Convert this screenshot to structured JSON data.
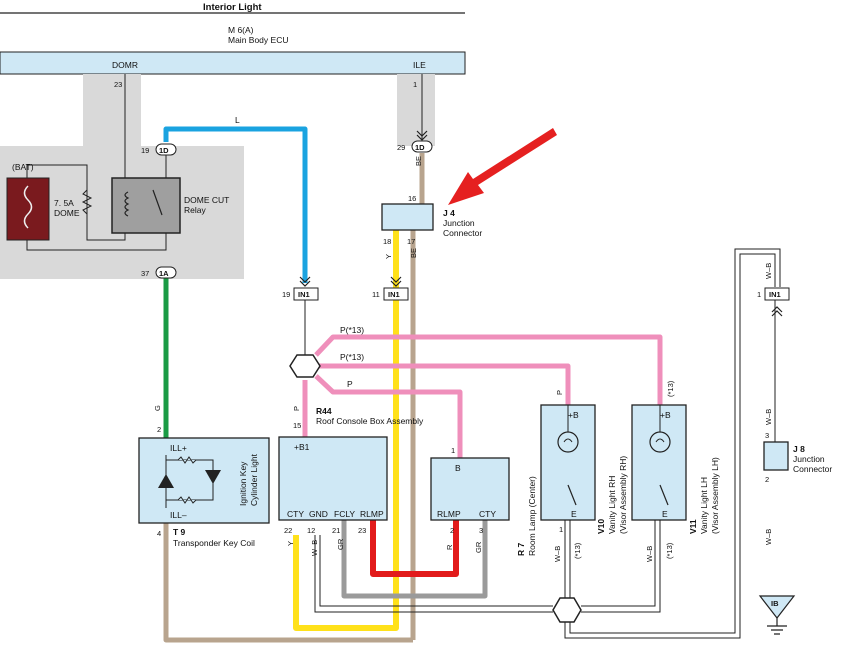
{
  "title": "Interior Light",
  "ecu": {
    "code": "M 6(A)",
    "name": "Main Body ECU",
    "term_domr": "DOMR",
    "term_ile": "ILE",
    "pin_domr": "23",
    "pin_ile": "1"
  },
  "battery_label": "(BAT)",
  "fuse_label_1": "7. 5A",
  "fuse_label_2": "DOME",
  "relay_label_1": "DOME CUT",
  "relay_label_2": "Relay",
  "conn_19": "19",
  "conn_1d_a": "1D",
  "conn_29": "29",
  "conn_1d_b": "1D",
  "conn_37": "37",
  "conn_1a": "1A",
  "wire_l": "L",
  "wire_be_1": "BE",
  "wire_be_2": "BE",
  "wire_y_1": "Y",
  "junction_j4": {
    "code": "J 4",
    "line1": "Junction",
    "line2": "Connector",
    "pin16": "16",
    "pin18": "18",
    "pin17": "17"
  },
  "in1_a": {
    "pin": "19",
    "label": "IN1"
  },
  "in1_b": {
    "pin": "11",
    "label": "IN1"
  },
  "in1_c": {
    "pin": "1",
    "label": "IN1"
  },
  "p13_a": "P(*13)",
  "p13_b": "P(*13)",
  "p_c": "P",
  "p_d": "P",
  "p_e": "P",
  "p13_f": "(*13)",
  "r44": {
    "code": "R44",
    "name": "Roof Console Box Assembly",
    "pin15": "15",
    "b1": "+B1",
    "pins": [
      "CTY",
      "GND",
      "FCLY",
      "RLMP"
    ],
    "pin_nums": [
      "22",
      "12",
      "21",
      "23"
    ]
  },
  "b_box": {
    "pin": "1",
    "b": "B",
    "rlmp": "RLMP",
    "cty": "CTY",
    "pin2": "2",
    "pin3": "3"
  },
  "t9": {
    "code": "T 9",
    "name": "Transponder Key Coil",
    "ill_plus": "ILL+",
    "ill_minus": "ILL–",
    "pin2": "2",
    "pin4": "4",
    "side_1": "Ignition Key",
    "side_2": "Cylinder Light"
  },
  "wire_g": "G",
  "wire_y_2": "Y",
  "wire_wb_1": "W–B",
  "wire_gr_1": "GR",
  "wire_r": "R",
  "wire_gr_2": "GR",
  "r7": {
    "code": "R 7",
    "name": "Room Lamp (Center)",
    "plus_b": "+B",
    "e": "E",
    "wire": "W–B",
    "star": "(*13)",
    "pin": "1"
  },
  "v10": {
    "code": "V10",
    "name1": "Vanity Light RH",
    "name2": "(Visor Assembly RH)",
    "plus_b": "+B",
    "e": "E"
  },
  "v11": {
    "code": "V11",
    "name1": "Vanity Light LH",
    "name2": "(Visor Assembly LH)",
    "plus_b": "+B",
    "e": "E",
    "wire": "W–B",
    "star": "(*13)"
  },
  "j8": {
    "code": "J 8",
    "line1": "Junction",
    "line2": "Connector",
    "pin3": "3",
    "pin2": "2"
  },
  "wire_wb_j8a": "W–B",
  "wire_wb_j8b": "W–B",
  "wire_wb_j8c": "W–B",
  "ground_label": "IB",
  "colors": {
    "blue": "#1aa3e0",
    "green": "#1a9b44",
    "yellow": "#ffe11a",
    "pink": "#ef8fbb",
    "tan": "#b8a48e",
    "red": "#e21b1b",
    "gray_wire": "#9a9a9a",
    "box": "#cfe8f5",
    "arrow": "#e52020"
  }
}
